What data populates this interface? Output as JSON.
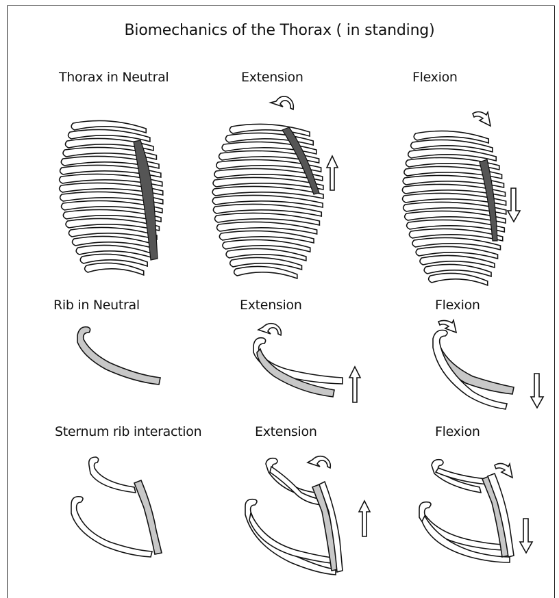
{
  "title": "Biomechanics of the Thorax ( in standing)",
  "rows": [
    {
      "labels": [
        "Thorax in Neutral",
        "Extension",
        "Flexion"
      ]
    },
    {
      "labels": [
        "Rib in Neutral",
        "Extension",
        "Flexion"
      ]
    },
    {
      "labels": [
        "Sternum rib interaction",
        "Extension",
        "Flexion"
      ]
    }
  ],
  "colors": {
    "sternum": "#555555",
    "rib_highlight": "#c8c8c8",
    "outline": "#111111"
  }
}
